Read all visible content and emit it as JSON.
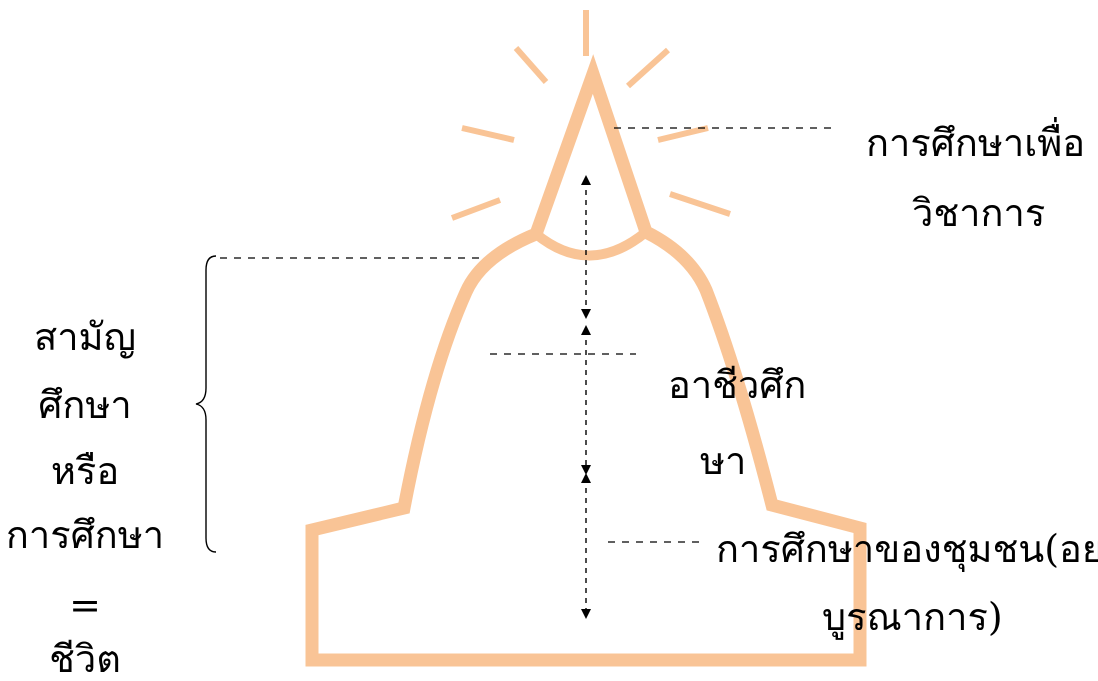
{
  "colors": {
    "stupa": "#F9C496",
    "ink": "#000000",
    "dash": "#000000"
  },
  "labels": {
    "top_line1": "การศึกษาเพื่อ",
    "top_line2": "วิชาการ",
    "middle_line1": "อาชีวศึก",
    "middle_line2": "ษา",
    "bottom_line1": "การศึกษาของชุมชน(อย่าง",
    "bottom_line2": "บูรณาการ)",
    "left_line1": "สามัญ",
    "left_line2": "ศึกษา",
    "left_line3": "หรือ",
    "left_line4": "การศึกษา",
    "left_line5": "=",
    "left_line6": "ชีวิต"
  }
}
